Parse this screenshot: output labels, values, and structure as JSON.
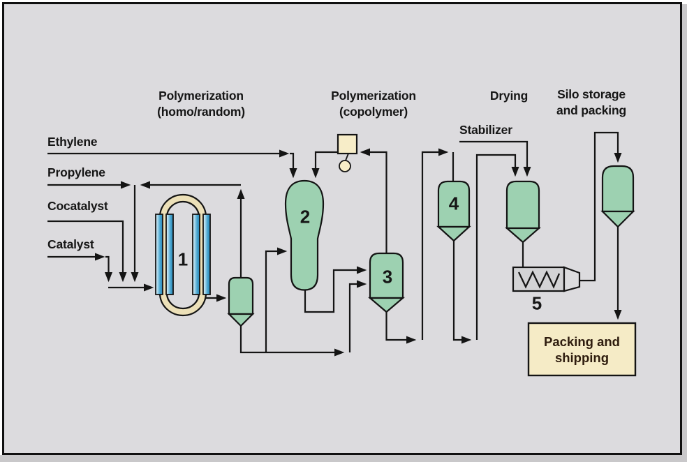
{
  "section_labels": {
    "polymerization_homo": "Polymerization\n(homo/random)",
    "polymerization_copolymer": "Polymerization\n(copolymer)",
    "drying": "Drying",
    "silo_storage": "Silo storage\nand packing",
    "stabilizer": "Stabilizer"
  },
  "feeds": {
    "ethylene": "Ethylene",
    "propylene": "Propylene",
    "cocatalyst": "Cocatalyst",
    "catalyst": "Catalyst"
  },
  "equipment_numbers": {
    "loop_reactor": "1",
    "gas_phase_reactor": "2",
    "purge_vessel": "3",
    "drying_vessel": "4",
    "extruder": "5"
  },
  "packing_shipping_box": "Packing and\nshipping",
  "colors": {
    "panel_background": "#dcdbde",
    "vessel_green": "#9dd1b1",
    "loop_cream": "#ece0b8",
    "tube_blue": "#3f9ecb",
    "accent_cream": "#f7edc8",
    "extruder_gray": "#d3d3d5",
    "line": "#141414"
  }
}
